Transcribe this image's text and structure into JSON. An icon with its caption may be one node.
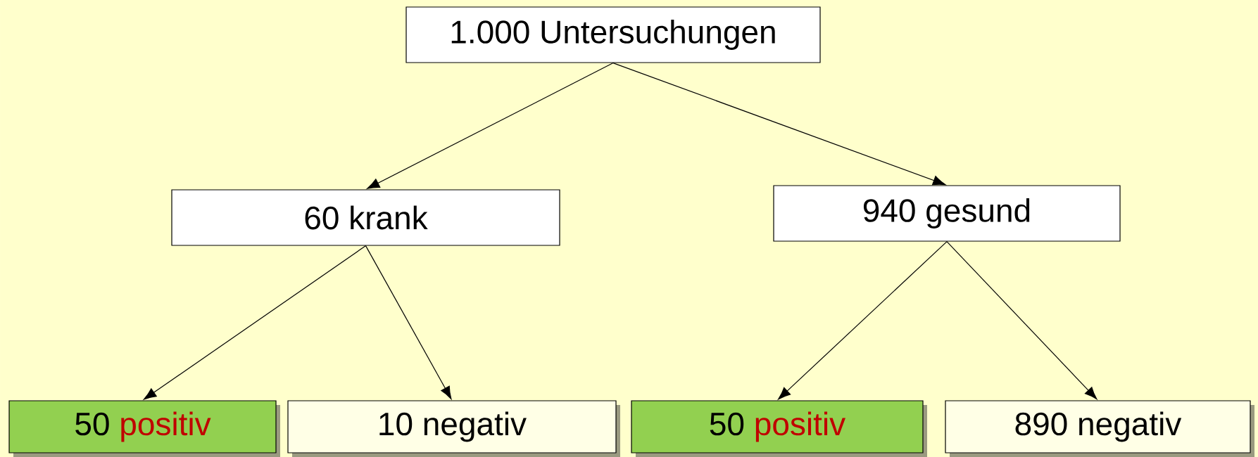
{
  "diagram": {
    "nodes": [
      {
        "text": [
          "1.000 Untersuchungen"
        ]
      },
      {
        "text": [
          "60 krank"
        ]
      },
      {
        "text": [
          "940 gesund"
        ]
      },
      {
        "text": [
          "50",
          "positiv"
        ]
      },
      {
        "text": [
          "10 negativ"
        ]
      },
      {
        "text": [
          "50",
          "positiv"
        ]
      },
      {
        "text": [
          "890 negativ"
        ]
      }
    ],
    "edges": [
      {
        "from": 0,
        "to": 1,
        "arrow": "to"
      },
      {
        "from": 0,
        "to": 2,
        "arrow": "to"
      },
      {
        "from": 1,
        "to": 3,
        "arrow": "to"
      },
      {
        "from": 1,
        "to": 4,
        "arrow": "to"
      },
      {
        "from": 2,
        "to": 5,
        "arrow": "to"
      },
      {
        "from": 2,
        "to": 6,
        "arrow": "to"
      }
    ]
  }
}
